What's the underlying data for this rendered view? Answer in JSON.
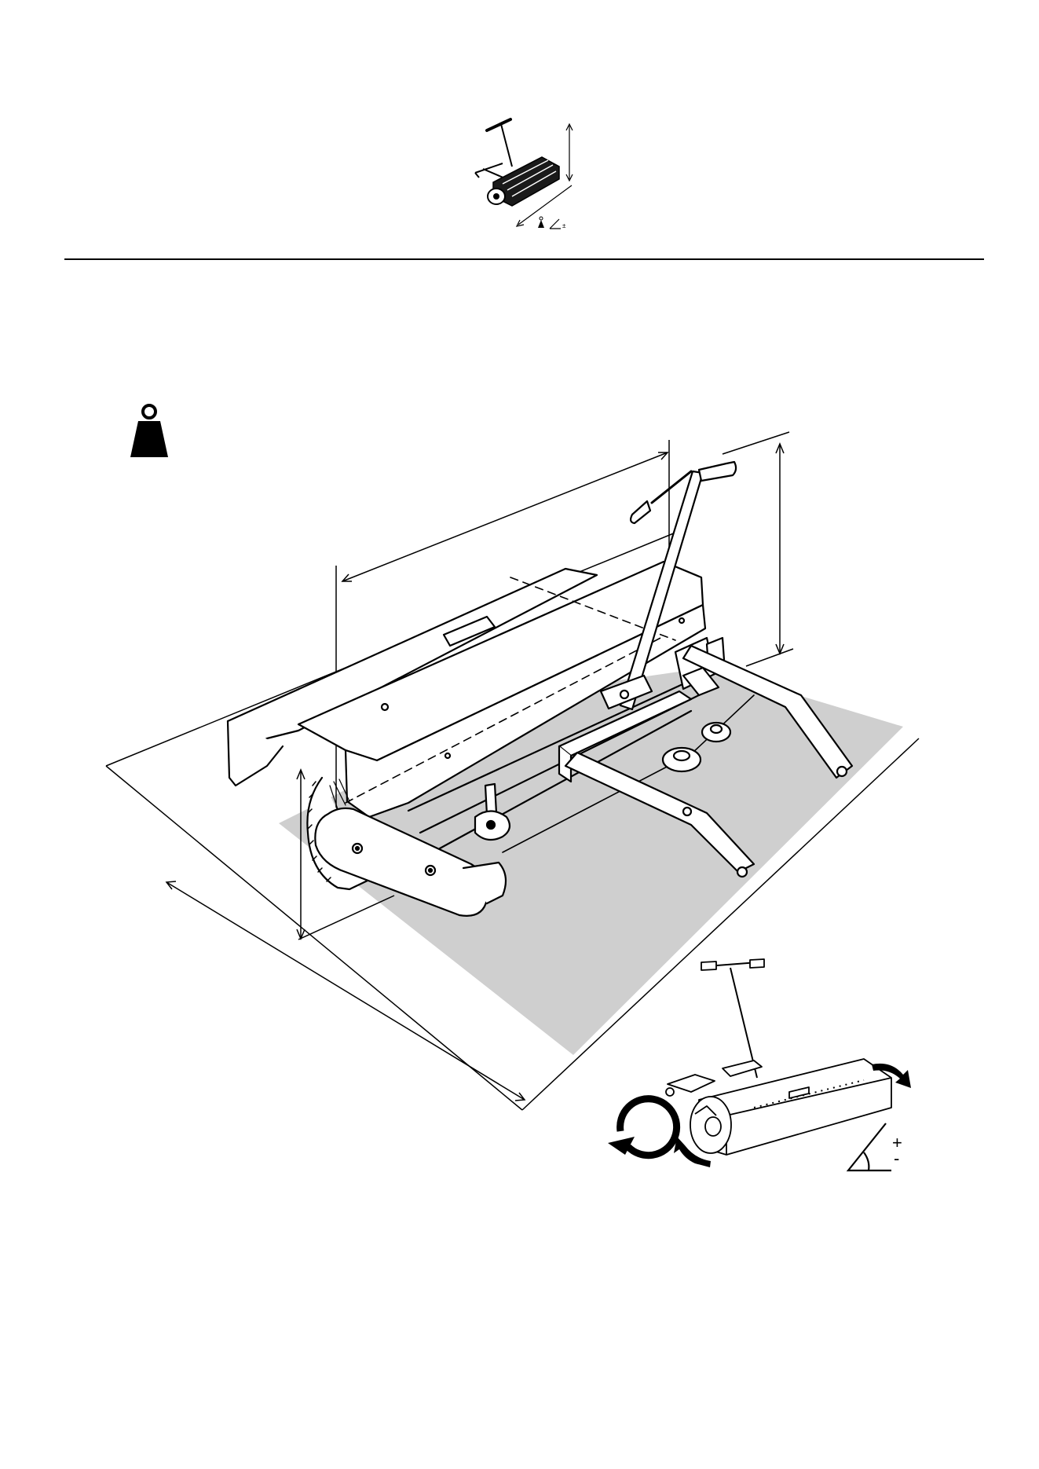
{
  "document": {
    "type": "technical-illustration",
    "colors": {
      "ink": "#000000",
      "paper": "#ffffff",
      "ground_shadow": "#cfcfcf",
      "thumbnail_fill": "#1a1a1a"
    }
  },
  "header": {
    "thumbnail_icon": "machine-thumbnail-icon",
    "rule": "header-rule"
  },
  "main_figure": {
    "weight_icon": "weight-icon",
    "machine": "brush-sweeper-machine",
    "dimension_arrows": [
      "length-dimension",
      "width-dimension",
      "height-dimension",
      "brush-height-dimension"
    ]
  },
  "detail_figure": {
    "rotate_icon": "rotation-direction-icon",
    "tilt_icon": "tilt-arrow-icon",
    "angle_icon": "angle-adjust-icon",
    "angle_plus": "+",
    "angle_minus": "-"
  }
}
